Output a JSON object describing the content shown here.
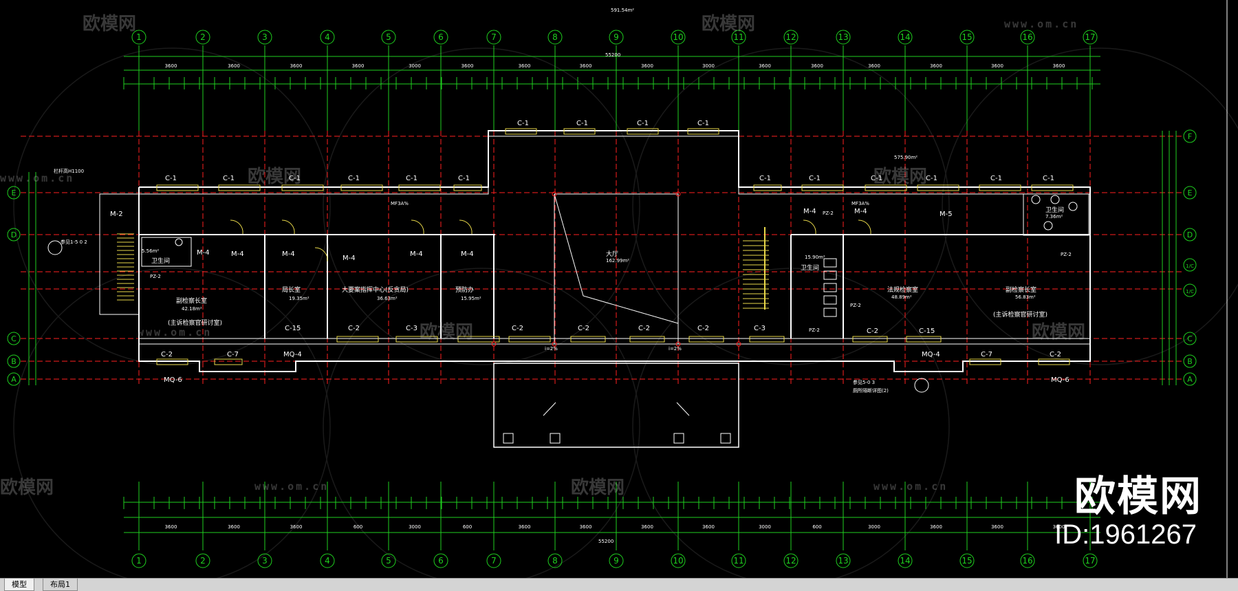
{
  "drawing": {
    "top_area_label": "591.54m²",
    "side_area_label": "575.90m²",
    "overall_dim_top": "55200",
    "overall_dim_bottom": "55200",
    "railing_note": "栏杆高H1100",
    "vertical_axes": [
      "1",
      "2",
      "3",
      "4",
      "5",
      "6",
      "7",
      "8",
      "9",
      "10",
      "11",
      "12",
      "13",
      "14",
      "15",
      "16",
      "17"
    ],
    "horizontal_axes_left": [
      "E",
      "D",
      "C",
      "B",
      "A"
    ],
    "horizontal_axes_right": [
      "F",
      "E",
      "D",
      "1/C",
      "1/C",
      "C",
      "B",
      "A"
    ],
    "top_bay_dims": [
      "3600",
      "3600",
      "3600",
      "3600",
      "3000",
      "3600",
      "3600",
      "3600",
      "3600",
      "3000",
      "3600",
      "3600",
      "3600",
      "3600",
      "3600",
      "3600"
    ],
    "bottom_bay_dims": [
      "3600",
      "3600",
      "3600",
      "600",
      "3000",
      "600",
      "3600",
      "3600",
      "3600",
      "3600",
      "3000",
      "600",
      "3000",
      "3600",
      "3600",
      "3600"
    ],
    "slope_label": "i=2%",
    "section_note_left": "参见1-5 0 2",
    "section_note_right": "参见5-0 3",
    "section_note_right_sub": "厕所隔断详图(2)",
    "toilet_area_left": "5.56m²",
    "toilet_area_right": "7.36m²",
    "toilet_area_mid": "15.90m²"
  },
  "rooms": [
    {
      "name": "副检察长室",
      "sub": "(主诉检察官研讨室)",
      "area": "42.18m²"
    },
    {
      "name": "局长室",
      "sub": "",
      "area": "19.35m²"
    },
    {
      "name": "大要案指挥中心(反贪局)",
      "sub": "",
      "area": "36.63m²"
    },
    {
      "name": "预防办",
      "sub": "",
      "area": "15.95m²"
    },
    {
      "name": "大厅",
      "sub": "",
      "area": "162.99m²"
    },
    {
      "name": "法规检察室",
      "sub": "",
      "area": "48.89m²"
    },
    {
      "name": "副检察长室",
      "sub": "(主诉检察官研讨室)",
      "area": "56.83m²"
    },
    {
      "name": "卫生间",
      "sub": "",
      "area": ""
    },
    {
      "name": "卫生间",
      "sub": "",
      "area": ""
    },
    {
      "name": "卫生间",
      "sub": "",
      "area": ""
    }
  ],
  "components": {
    "windows_top": [
      "C-1",
      "C-1",
      "C-1",
      "C-1",
      "C-1",
      "C-1",
      "C-1",
      "C-1",
      "C-1",
      "C-1",
      "C-1",
      "C-1",
      "C-1",
      "C-1",
      "C-1",
      "C-1"
    ],
    "windows_bottom": [
      "C-2",
      "C-7",
      "MQ-4",
      "C-15",
      "C-2",
      "C-3",
      "C-2",
      "C-2",
      "C-2",
      "C-2",
      "C-3",
      "C-2",
      "C-15",
      "MQ-4",
      "C-7",
      "C-2"
    ],
    "doors": [
      "M-4",
      "M-4",
      "M-4",
      "M-4",
      "M-4",
      "M-4",
      "M-4",
      "M-5",
      "M-2",
      "M-4"
    ],
    "curtain_walls": [
      "MQ-6",
      "MQ-6"
    ],
    "pz_labels": [
      "PZ-2",
      "PZ-2",
      "PZ-2",
      "PZ-2",
      "PZ-2"
    ],
    "mf_labels": [
      "MF3A%",
      "MF3A%"
    ]
  },
  "watermark": {
    "brand": "欧模网",
    "url": "www.om.cn",
    "id_text": "ID:1961267"
  },
  "tabs": [
    {
      "label": "模型",
      "active": true
    },
    {
      "label": "布局1",
      "active": false
    }
  ],
  "colors": {
    "background": "#000000",
    "grid_green": "#1fd11f",
    "axis_red": "#ff2020",
    "wall_white": "#ffffff",
    "window_yellow": "#e8d84a"
  }
}
